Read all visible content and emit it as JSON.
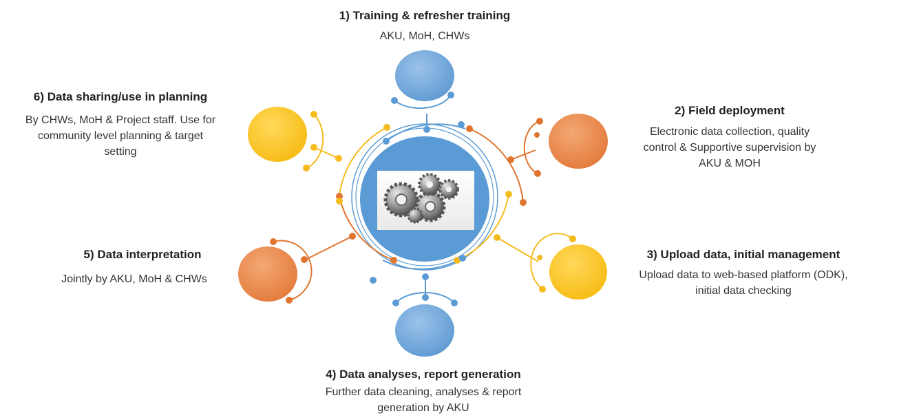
{
  "colors": {
    "blue": "#6fa8dc",
    "blue_line": "#5b9bd5",
    "orange": "#ec8a4e",
    "orange_line": "#e07530",
    "yellow": "#fcc72d",
    "yellow_line": "#f5bb1e",
    "hub_blue": "#5b9bd5"
  },
  "center": {
    "image_icon": "gears-icon"
  },
  "steps": [
    {
      "title": "1) Training & refresher training",
      "description": "AKU, MoH, CHWs",
      "color": "blue"
    },
    {
      "title": "2) Field deployment",
      "description": "Electronic data collection, quality\ncontrol & Supportive supervision by\nAKU & MOH",
      "color": "orange"
    },
    {
      "title": "3) Upload data, initial  management",
      "description": "Upload data to web-based platform (ODK),\ninitial data checking",
      "color": "yellow"
    },
    {
      "title": "4) Data analyses, report generation",
      "description": "Further data cleaning, analyses & report\ngeneration by AKU",
      "color": "blue"
    },
    {
      "title": "5) Data interpretation",
      "description": "Jointly by AKU, MoH & CHWs",
      "color": "orange"
    },
    {
      "title": "6) Data sharing/use in planning",
      "description": "By CHWs, MoH & Project staff. Use for\ncommunity level planning & target\nsetting",
      "color": "yellow"
    }
  ]
}
